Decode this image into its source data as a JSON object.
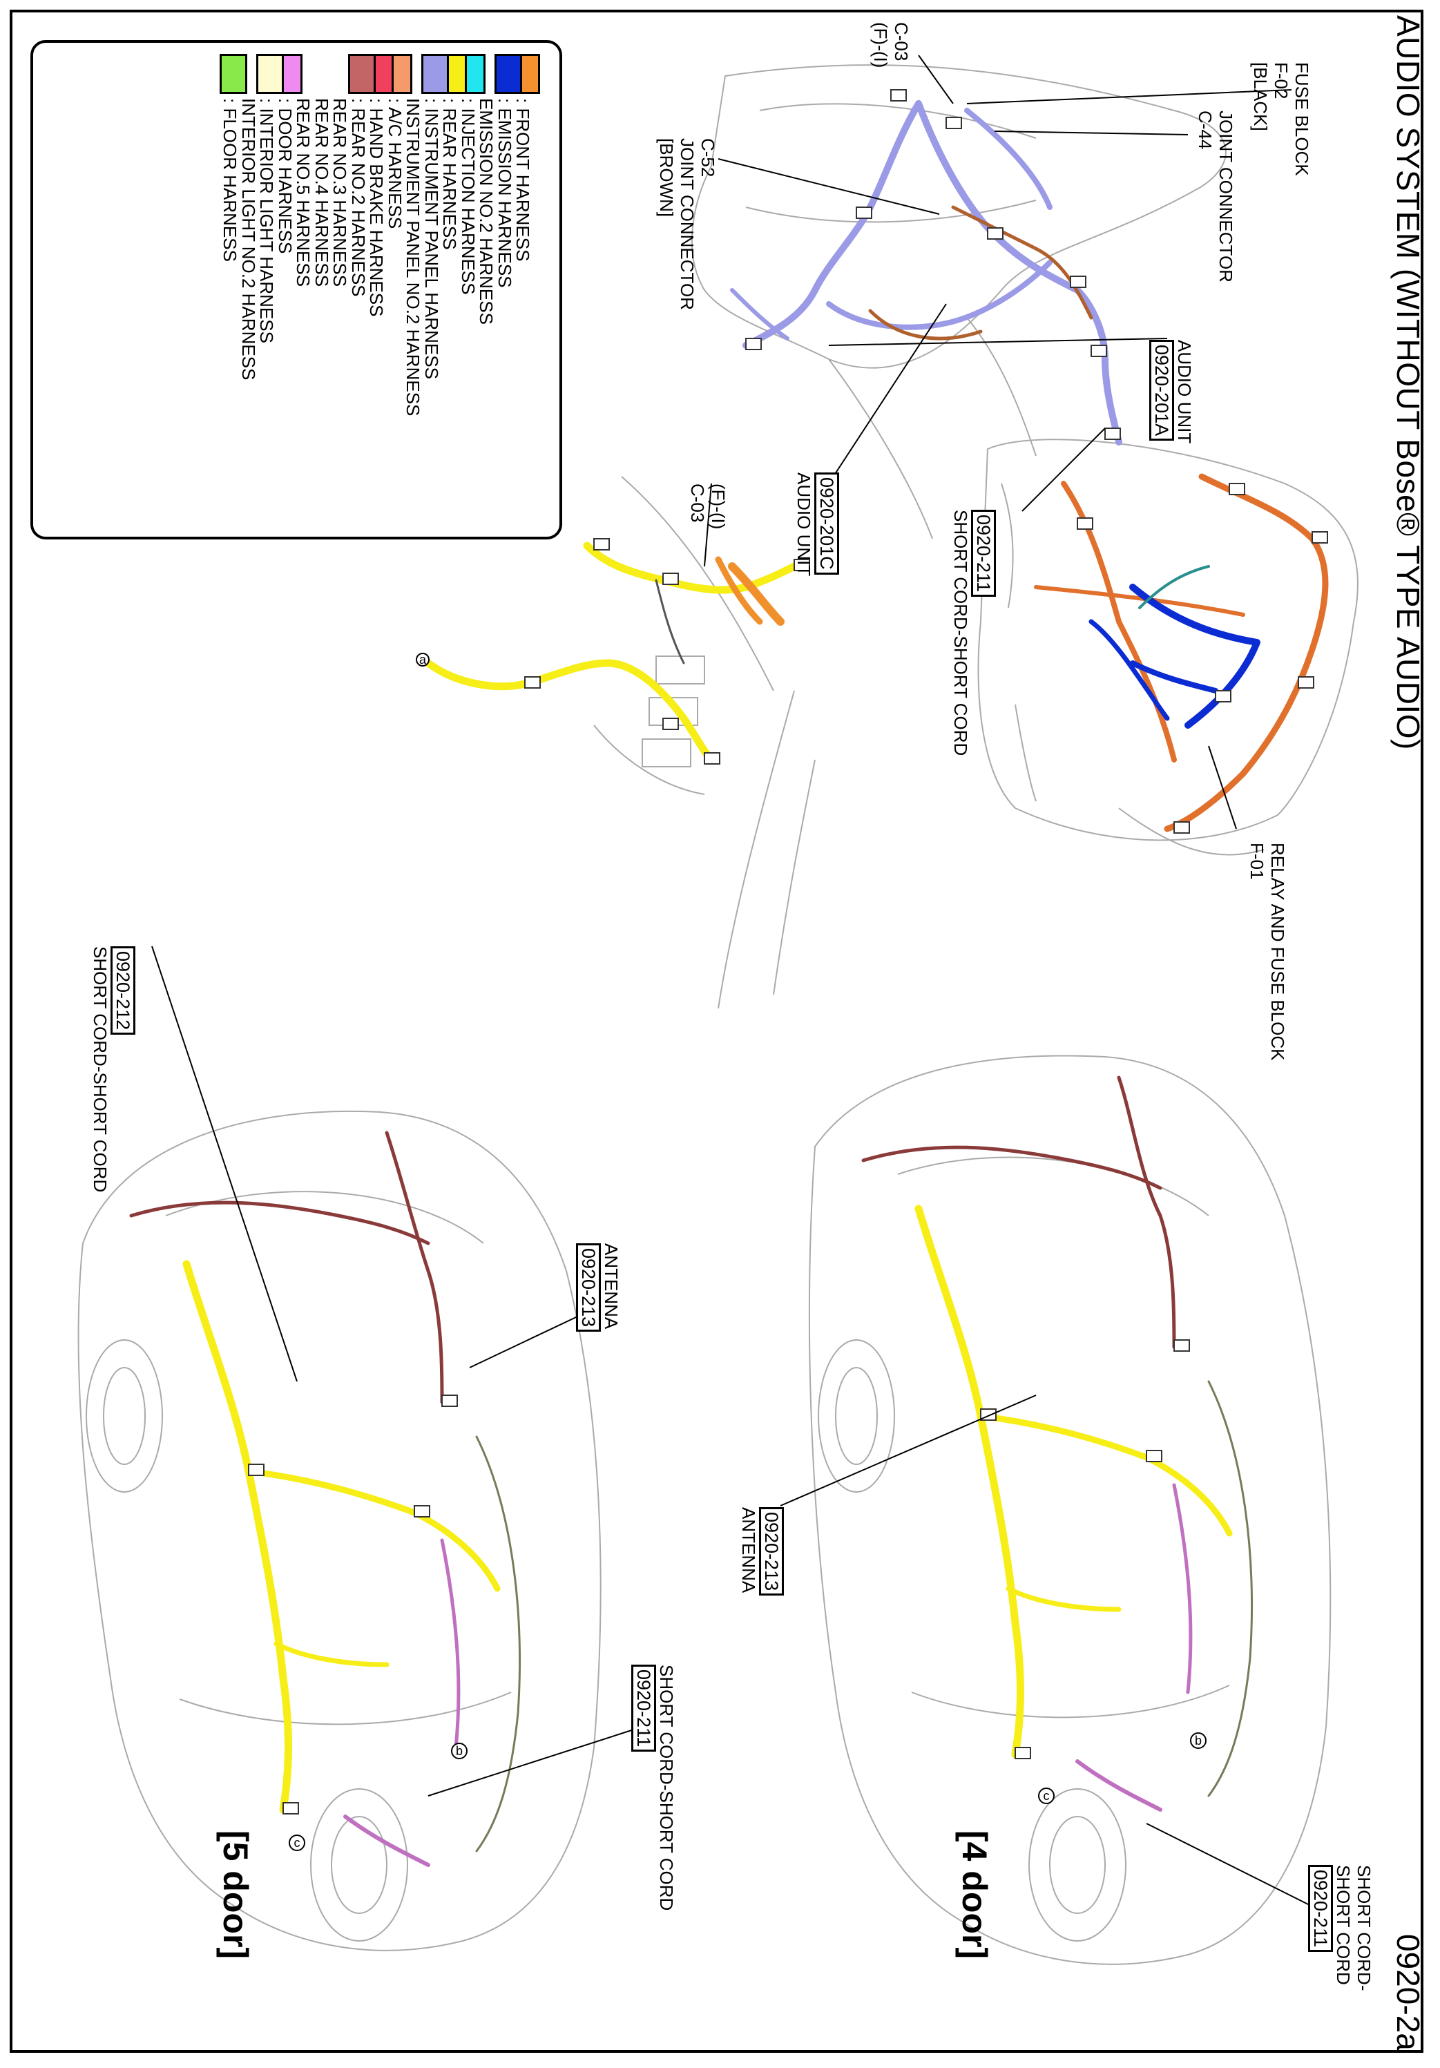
{
  "title": "AUDIO SYSTEM (WITHOUT Bose® TYPE AUDIO)",
  "page_number": "0920-2a",
  "legend": [
    {
      "label": ": FRONT HARNESS",
      "color": "#f5922f"
    },
    {
      "label": ": EMISSION HARNESS",
      "color": "#0b2bd3"
    },
    {
      "label": "EMISSION NO.2 HARNESS",
      "color": ""
    },
    {
      "label": ": INJECTION HARNESS",
      "color": "#22e6ef"
    },
    {
      "label": ": REAR HARNESS",
      "color": "#f6ee16"
    },
    {
      "label": ": INSTRUMENT PANEL HARNESS",
      "color": "#9a9ae6"
    },
    {
      "label": "INSTRUMENT PANEL NO.2 HARNESS",
      "color": ""
    },
    {
      "label": ": A/C HARNESS",
      "color": "#f59a6a"
    },
    {
      "label": ": HAND BRAKE HARNESS",
      "color": "#f0405d"
    },
    {
      "label": ": REAR NO.2 HARNESS",
      "color": "#c36467"
    },
    {
      "label": "REAR NO.3 HARNESS",
      "color": ""
    },
    {
      "label": "REAR NO.4 HARNESS",
      "color": ""
    },
    {
      "label": "REAR NO.5 HARNESS",
      "color": ""
    },
    {
      "label": ": DOOR HARNESS",
      "color": "#ef8af0"
    },
    {
      "label": ": INTERIOR LIGHT HARNESS",
      "color": "#fdfbcf"
    },
    {
      "label": "INTERIOR LIGHT NO.2 HARNESS",
      "color": ""
    },
    {
      "label": ": FLOOR HARNESS",
      "color": "#8ae94a"
    }
  ],
  "callouts": {
    "c03_top": {
      "lines": [
        "C-03",
        "(F)-(I)"
      ]
    },
    "fuse_block": {
      "lines": [
        "FUSE BLOCK",
        "F-02",
        "[BLACK]"
      ]
    },
    "joint_c44": {
      "lines": [
        "JOINT CONNECTOR",
        "C-44"
      ]
    },
    "joint_c52": {
      "lines": [
        "C-52",
        "JOINT CONNECTOR",
        "[BROWN]"
      ]
    },
    "audio_a": {
      "text": "AUDIO UNIT",
      "code": "0920-201A"
    },
    "audio_c": {
      "code": "0920-201C",
      "text": "AUDIO UNIT"
    },
    "short_211_top": {
      "code": "0920-211",
      "text": "SHORT CORD-SHORT CORD"
    },
    "c03_mid": {
      "lines": [
        "(F)-(I)",
        "C-03"
      ]
    },
    "relay_fuse": {
      "lines": [
        "RELAY AND FUSE BLOCK",
        "F-01"
      ]
    },
    "short_212": {
      "code": "0920-212",
      "text": "SHORT CORD-SHORT CORD"
    },
    "antenna_5": {
      "text": "ANTENNA",
      "code": "0920-213"
    },
    "antenna_4": {
      "code": "0920-213",
      "text": "ANTENNA"
    },
    "short_211_5": {
      "text": "SHORT CORD-SHORT CORD",
      "code": "0920-211"
    },
    "short_211_4": {
      "lines": [
        "SHORT CORD-",
        "SHORT CORD"
      ],
      "code": "0920-211"
    }
  },
  "door_labels": {
    "four": "[4 door]",
    "five": "[5 door]"
  },
  "markers": {
    "a": "a",
    "b": "b",
    "c": "c"
  }
}
